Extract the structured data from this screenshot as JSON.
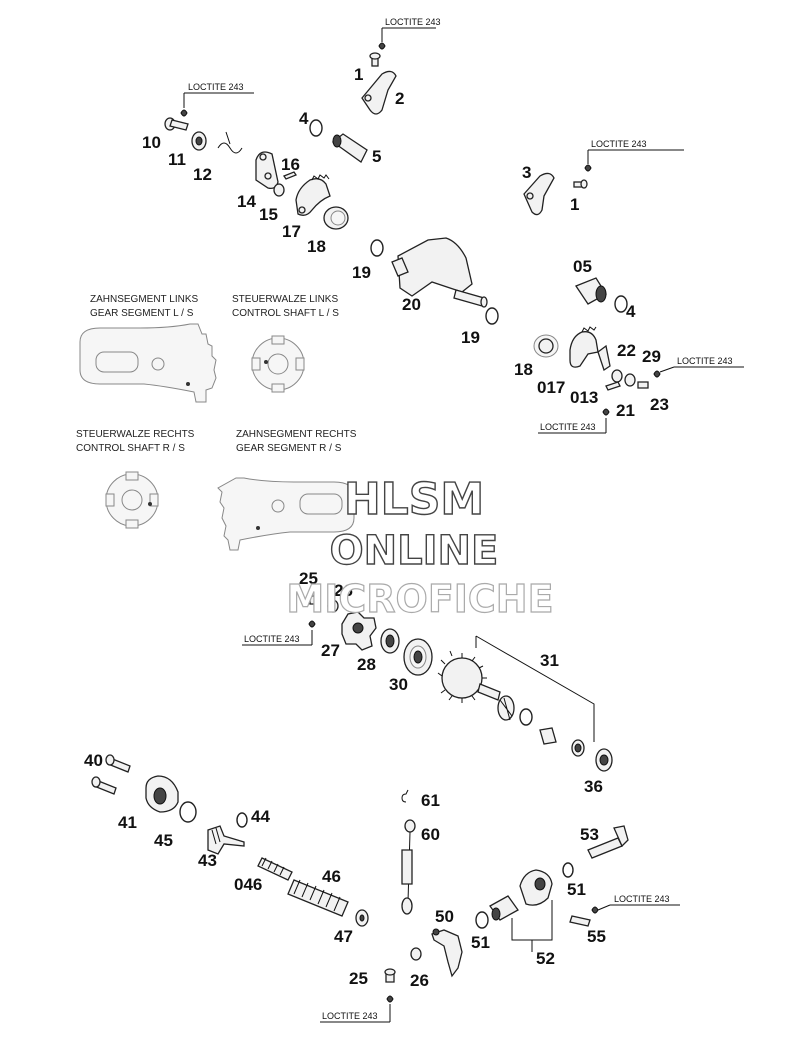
{
  "loctite_label": "LOCTITE 243",
  "callouts": {
    "c1a": "1",
    "c1b": "1",
    "c2": "2",
    "c3": "3",
    "c4a": "4",
    "c4b": "4",
    "c5": "5",
    "c05": "05",
    "c10": "10",
    "c11": "11",
    "c12": "12",
    "c13": "013",
    "c14": "14",
    "c15": "15",
    "c16": "16",
    "c17": "17",
    "c017": "017",
    "c18a": "18",
    "c18b": "18",
    "c19a": "19",
    "c19b": "19",
    "c20": "20",
    "c21": "21",
    "c22": "22",
    "c23": "23",
    "c25a": "25",
    "c25b": "25",
    "c26a": "26",
    "c26b": "26",
    "c27": "27",
    "c28": "28",
    "c29": "29",
    "c30": "30",
    "c31": "31",
    "c36": "36",
    "c40": "40",
    "c41": "41",
    "c43": "43",
    "c44": "44",
    "c45": "45",
    "c046": "046",
    "c46": "46",
    "c47": "47",
    "c50": "50",
    "c51a": "51",
    "c51b": "51",
    "c52": "52",
    "c53": "53",
    "c55": "55",
    "c60": "60",
    "c61": "61"
  },
  "captions": {
    "gear_l_de": "ZAHNSEGMENT LINKS",
    "gear_l_en": "GEAR SEGMENT L / S",
    "shaft_l_de": "STEUERWALZE LINKS",
    "shaft_l_en": "CONTROL SHAFT L / S",
    "shaft_r_de": "STEUERWALZE RECHTS",
    "shaft_r_en": "CONTROL SHAFT R / S",
    "gear_r_de": "ZAHNSEGMENT RECHTS",
    "gear_r_en": "GEAR SEGMENT R / S"
  },
  "watermark": {
    "line1": "HLSM",
    "line2": "ONLINE",
    "line3": "MICROFICHE"
  }
}
